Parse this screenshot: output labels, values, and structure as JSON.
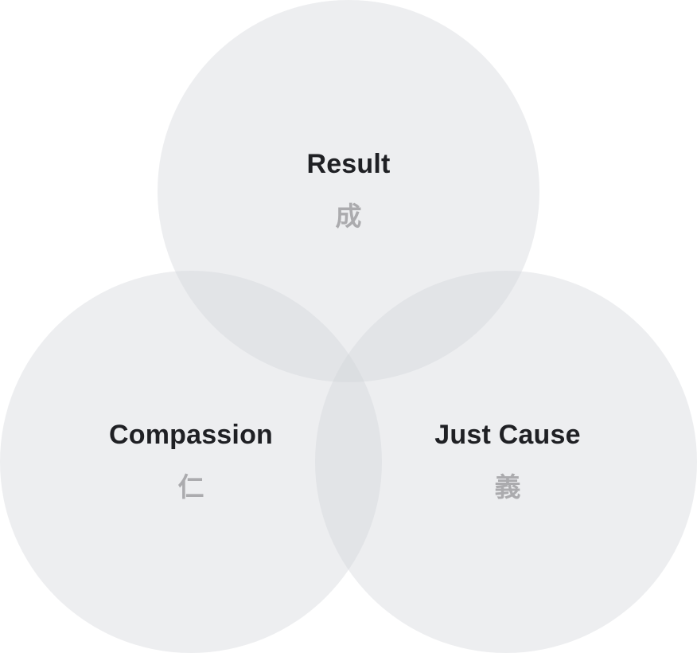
{
  "diagram": {
    "circles": [
      {
        "id": "result",
        "label": "Result",
        "glyph": "成"
      },
      {
        "id": "compassion",
        "label": "Compassion",
        "glyph": "仁"
      },
      {
        "id": "just_cause",
        "label": "Just Cause",
        "glyph": "義"
      }
    ],
    "colors": {
      "circle_fill": "#d2d4da",
      "title_text": "#1f2024",
      "glyph_text": "#ababae",
      "background": "#ffffff"
    }
  }
}
